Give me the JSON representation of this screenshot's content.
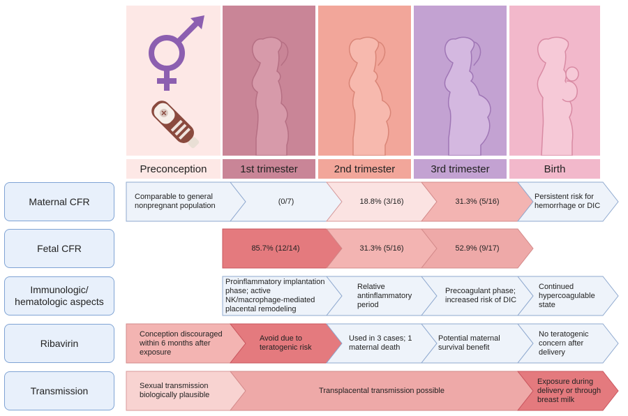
{
  "colors": {
    "preconception": "#fde8e6",
    "first": "#c98597",
    "second": "#f2a69a",
    "third": "#c3a2d2",
    "birth": "#f2b8cb",
    "symbol": "#8c5fb0",
    "arrow_light": "#eef3fa",
    "arrow_border": "#8fa9cf",
    "arrow_pale_pink": "#fbe3e2",
    "arrow_pink": "#f3b4b2",
    "arrow_mid_pink": "#eea9a8",
    "arrow_red": "#e47a7e",
    "arrow_red_border": "#c9555e",
    "row_label_bg": "#e8f0fb",
    "row_label_border": "#7fa3d4"
  },
  "icons": {
    "gender": "female-male-symbol-icon",
    "test": "pregnancy-test-icon",
    "first": "pregnant-woman-early-icon",
    "second": "pregnant-woman-mid-icon",
    "third": "pregnant-woman-late-icon",
    "birth": "mother-holding-baby-icon"
  },
  "stages": {
    "preconception": "Preconception",
    "first": "1st trimester",
    "second": "2nd trimester",
    "third": "3rd trimester",
    "birth": "Birth"
  },
  "rows": {
    "maternal": {
      "label": "Maternal CFR",
      "cells": [
        "Comparable to general nonpregnant population",
        "(0/7)",
        "18.8% (3/16)",
        "31.3% (5/16)",
        "Persistent risk for hemorrhage or DIC"
      ]
    },
    "fetal": {
      "label": "Fetal CFR",
      "cells": [
        "85.7% (12/14)",
        "31.3% (5/16)",
        "52.9% (9/17)"
      ]
    },
    "immuno": {
      "label": "Immunologic/ hematologic aspects",
      "cells": [
        "Proinflammatory implantation phase; active NK/macrophage-mediated placental remodeling",
        "Relative antinflammatory period",
        "Precoagulant phase; increased risk of DIC",
        "Continued hypercoagulable state"
      ]
    },
    "ribavirin": {
      "label": "Ribavirin",
      "cells": [
        "Conception discouraged within 6 months after exposure",
        "Avoid due to teratogenic risk",
        "Used in 3 cases; 1 maternal death",
        "Potential maternal survival benefit",
        "No teratogenic concern after delivery"
      ]
    },
    "transmission": {
      "label": "Transmission",
      "cells": [
        "Sexual transmission biologically plausible",
        "Transplacental transmission possible",
        "Exposure during delivery or through breast milk"
      ]
    }
  }
}
